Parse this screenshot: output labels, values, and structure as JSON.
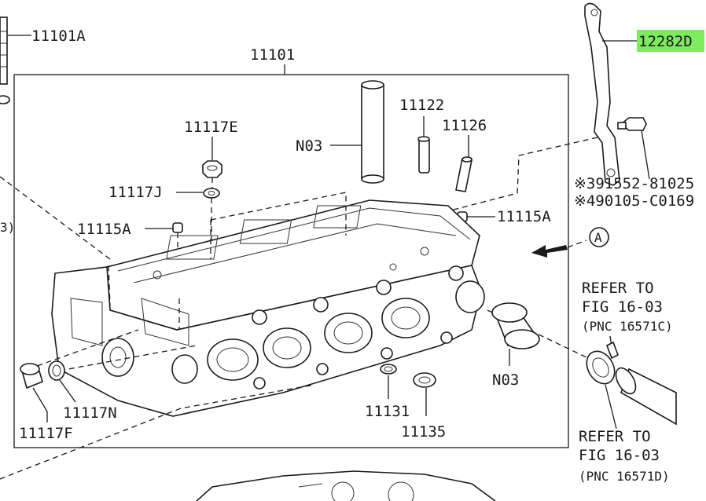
{
  "labels": {
    "p11101A": "11101A",
    "p11101": "11101",
    "p12282D": "12282D",
    "p11122": "11122",
    "p11126": "11126",
    "p11117E": "11117E",
    "pN03_top": "N03",
    "p11117J": "11117J",
    "p11115A_left": "11115A",
    "p11115A_right": "11115A",
    "note1": "※391552-81025",
    "note2": "※490105-C0169",
    "callout_A": "A",
    "refer1_line1": "REFER TO",
    "refer1_line2": "FIG 16-03",
    "refer1_line3": "(PNC 16571C)",
    "pN03_bottom": "N03",
    "p11117N": "11117N",
    "p11117F": "11117F",
    "p11131": "11131",
    "p11135": "11135",
    "refer2_line1": "REFER TO",
    "refer2_line2": "FIG 16-03",
    "refer2_line3": "(PNC 16571D)",
    "edge_left": "3)"
  },
  "colors": {
    "highlight": "#7CEB5C",
    "ink": "#1a1a1a"
  }
}
